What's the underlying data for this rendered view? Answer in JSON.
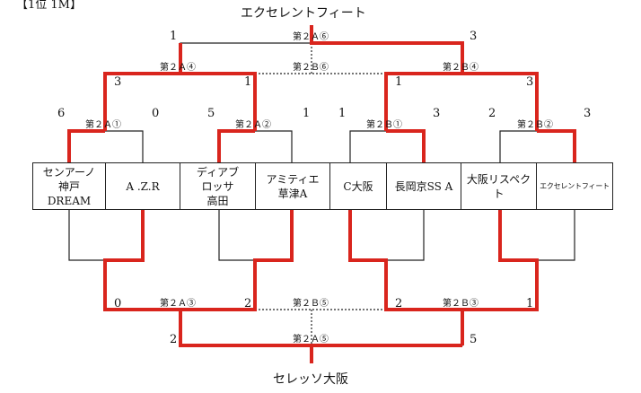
{
  "top_note": "【1位 1M】",
  "champion_top": "エクセレントフィート",
  "champion_bottom": "セレッソ大阪",
  "teams": [
    {
      "name": "センアーノ\n神戸\nDREAM"
    },
    {
      "name": "A .Z.R"
    },
    {
      "name": "ディアブ\nロッサ\n高田"
    },
    {
      "name": "アミティエ\n草津A"
    },
    {
      "name": "C大阪"
    },
    {
      "name": "長岡京SS A"
    },
    {
      "name": "大阪リスペクト"
    },
    {
      "name": "エクセレントフィート"
    }
  ],
  "match_labels": {
    "r1_a1": "第２Ａ①",
    "r1_a2": "第２Ａ②",
    "r1_b1": "第２Ｂ①",
    "r1_b2": "第２Ｂ②",
    "r2_a4": "第２Ａ④",
    "r2_b4": "第２Ｂ④",
    "sf_b6": "第２Ｂ⑥",
    "final_a6": "第２Ａ⑥",
    "bot_a3": "第２Ａ③",
    "bot_b3": "第２Ｂ③",
    "bot_b5": "第２Ｂ⑤",
    "bot_a5": "第２Ａ⑤"
  },
  "scores": {
    "r1_a1_left": "6",
    "r1_a1_right": "0",
    "r1_a2_left": "5",
    "r1_a2_right": "1",
    "r1_b1_left": "1",
    "r1_b1_right": "3",
    "r1_b2_left": "2",
    "r1_b2_right": "3",
    "r2_a4_left": "3",
    "r2_a4_right": "1",
    "r2_b4_left": "1",
    "r2_b4_right": "3",
    "final_left": "1",
    "final_right": "3",
    "bot_a3_left": "0",
    "bot_a3_right": "2",
    "bot_b3_left": "2",
    "bot_b3_right": "1",
    "bot_a5_left": "2",
    "bot_a5_right": "5"
  },
  "colors": {
    "winner": "#d9251d",
    "line": "#222222"
  }
}
